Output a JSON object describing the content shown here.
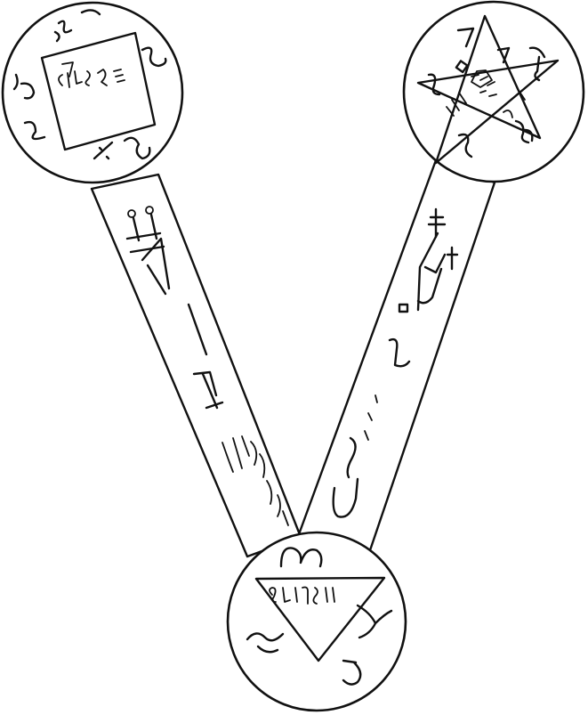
{
  "figure": {
    "kind": "occult seal diagram",
    "colors": {
      "ink": "#111111",
      "paper": "#ffffff"
    },
    "shapes": [
      "square",
      "pentagram",
      "triangle"
    ],
    "icons": [
      "square-seal-icon",
      "pentagram-seal-icon",
      "triangle-seal-icon"
    ]
  }
}
